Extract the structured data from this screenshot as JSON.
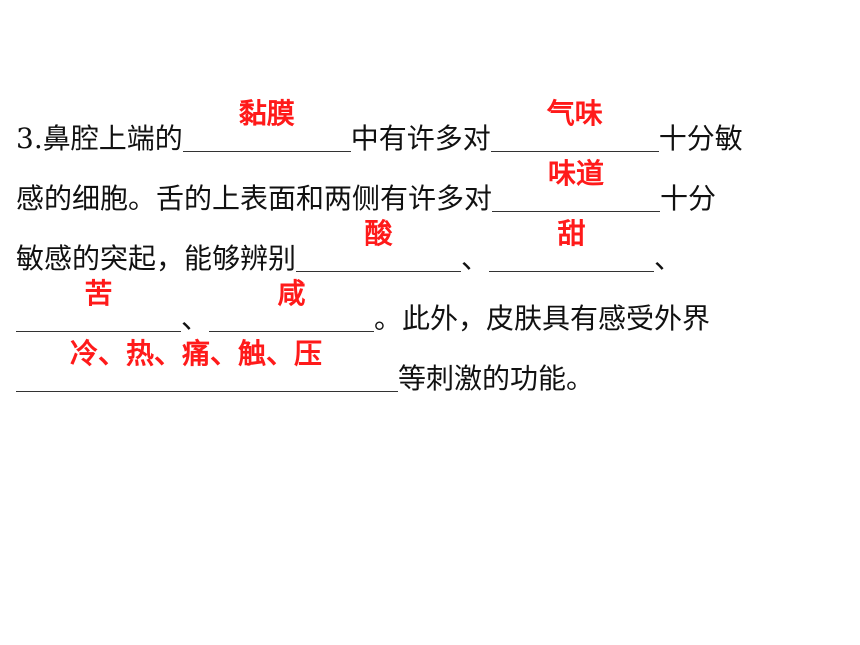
{
  "question": {
    "number": "3.",
    "line1": {
      "a": "鼻腔上端的",
      "b": "中有许多对",
      "c": "十分敏"
    },
    "line2": {
      "a": "感的细胞。舌的上表面和两侧有许多对",
      "b": "十分"
    },
    "line3": {
      "a": "敏感的突起，能够辨别",
      "b": "、",
      "c": "、"
    },
    "line4": {
      "b": "、",
      "c": "。此外，皮肤具有感受外界"
    },
    "line5": {
      "b": "等刺激的功能。"
    }
  },
  "answers": {
    "blank1": "黏膜",
    "blank2": "气味",
    "blank3": "味道",
    "blank4": "酸",
    "blank5": "甜",
    "blank6": "苦",
    "blank7": "咸",
    "blank8": "冷、热、痛、触、压"
  },
  "colors": {
    "answer": "#ff1a1a",
    "text": "#111111"
  }
}
